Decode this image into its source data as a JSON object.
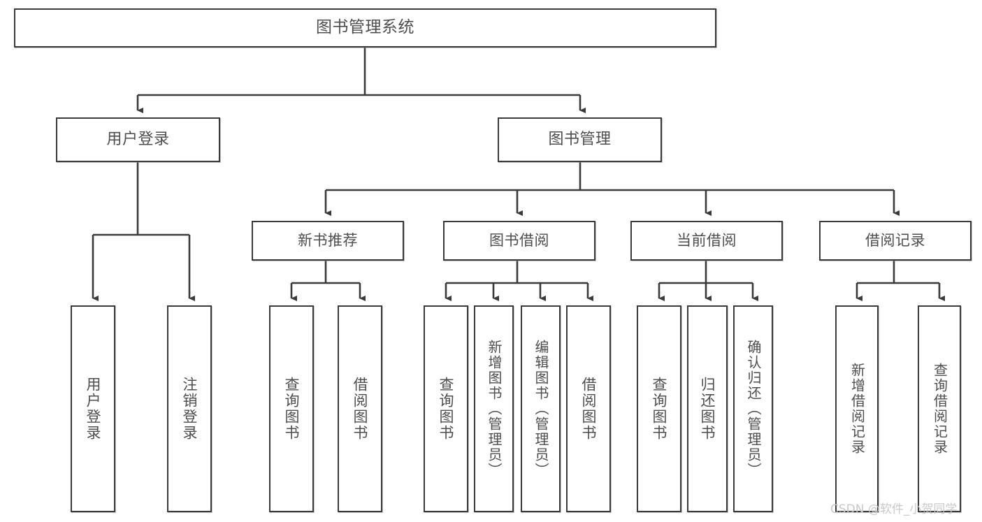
{
  "diagram": {
    "title": "图书管理系统",
    "type": "tree-hierarchy",
    "watermark": "CSDN @软件_小贺同学",
    "colors": {
      "box_border": "#3a3a3a",
      "box_fill": "#ffffff",
      "text": "#4d4d4d",
      "edge": "#3a3a3a",
      "watermark": "#c9c9c9"
    },
    "root": {
      "label": "图书管理系统"
    },
    "level1": [
      {
        "label": "用户登录"
      },
      {
        "label": "图书管理"
      }
    ],
    "level2": [
      {
        "label": "新书推荐"
      },
      {
        "label": "图书借阅"
      },
      {
        "label": "当前借阅"
      },
      {
        "label": "借阅记录"
      }
    ],
    "leaves": {
      "user_login": [
        {
          "label": "用户登录"
        },
        {
          "label": "注销登录"
        }
      ],
      "new_book_recommend": [
        {
          "label": "查询图书"
        },
        {
          "label": "借阅图书"
        }
      ],
      "book_borrow": [
        {
          "label": "查询图书"
        },
        {
          "label": "新增图书（管理员）"
        },
        {
          "label": "编辑图书（管理员）"
        },
        {
          "label": "借阅图书"
        }
      ],
      "current_borrow": [
        {
          "label": "查询图书"
        },
        {
          "label": "归还图书"
        },
        {
          "label": "确认归还（管理员）"
        }
      ],
      "borrow_record": [
        {
          "label": "新增借阅记录"
        },
        {
          "label": "查询借阅记录"
        }
      ]
    }
  }
}
